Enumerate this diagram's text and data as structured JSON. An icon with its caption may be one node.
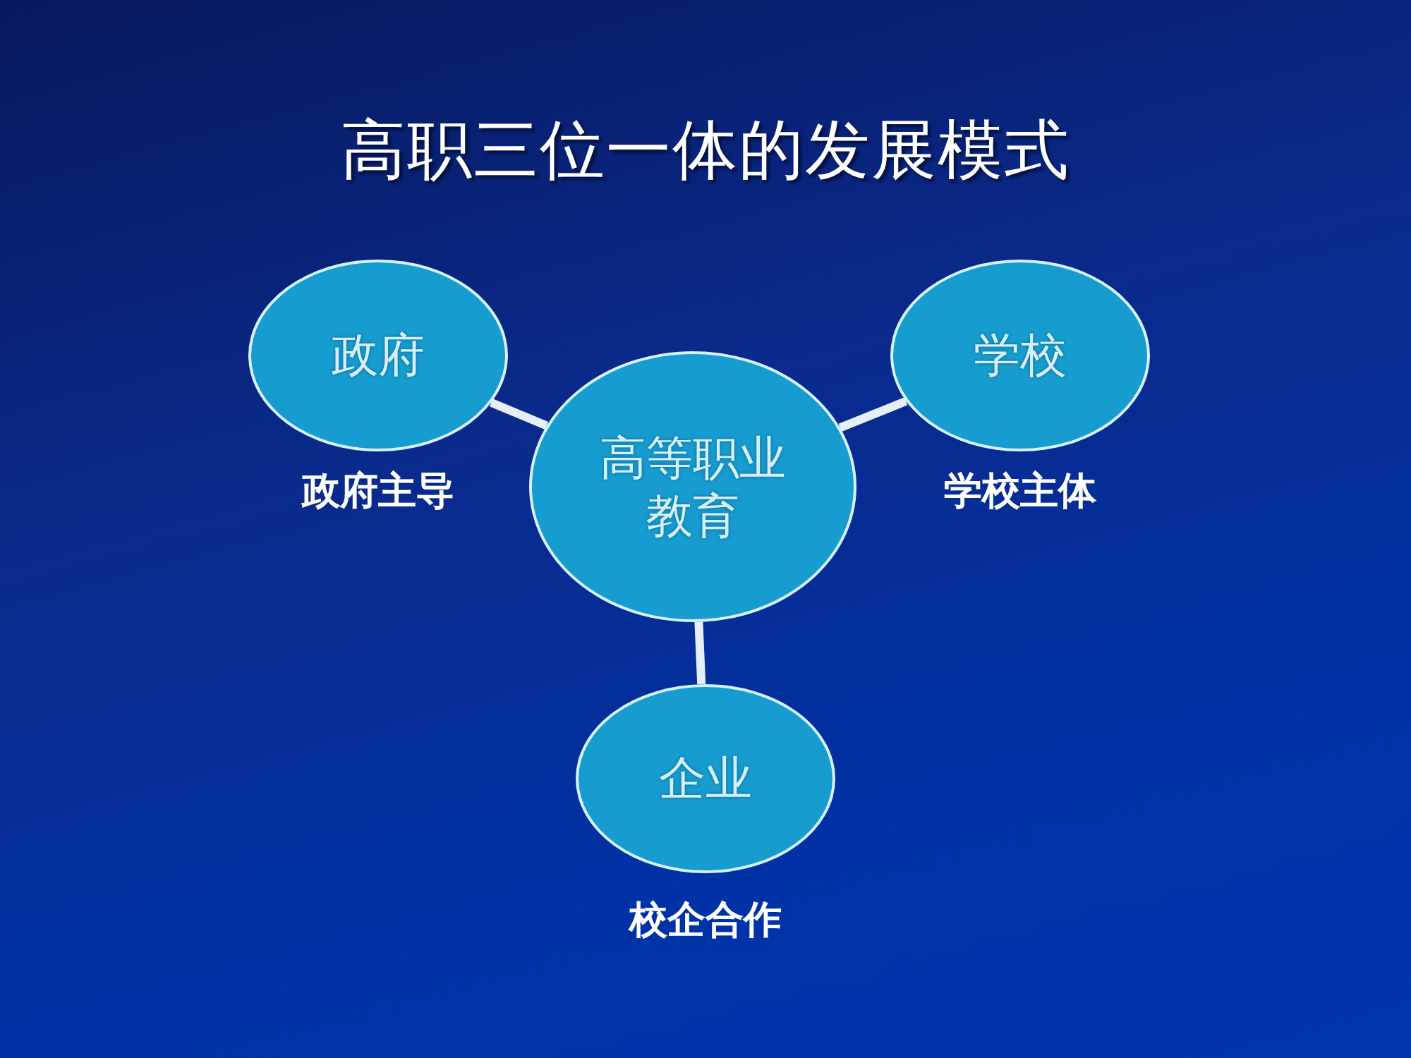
{
  "diagram": {
    "title": "高职三位一体的发展模式",
    "nodes": [
      {
        "text": [
          "政府"
        ],
        "beside": [
          "政府主导"
        ]
      },
      {
        "text": [
          "学校"
        ],
        "beside": [
          "学校主体"
        ]
      },
      {
        "text": [
          "高等职业教育"
        ]
      },
      {
        "text": [
          "企业"
        ],
        "beside": [
          "校企合作"
        ]
      }
    ],
    "edges": [
      {
        "from": 0,
        "to": 2,
        "arrow": "none"
      },
      {
        "from": 1,
        "to": 2,
        "arrow": "none"
      },
      {
        "from": 2,
        "to": 3,
        "arrow": "none"
      }
    ]
  }
}
